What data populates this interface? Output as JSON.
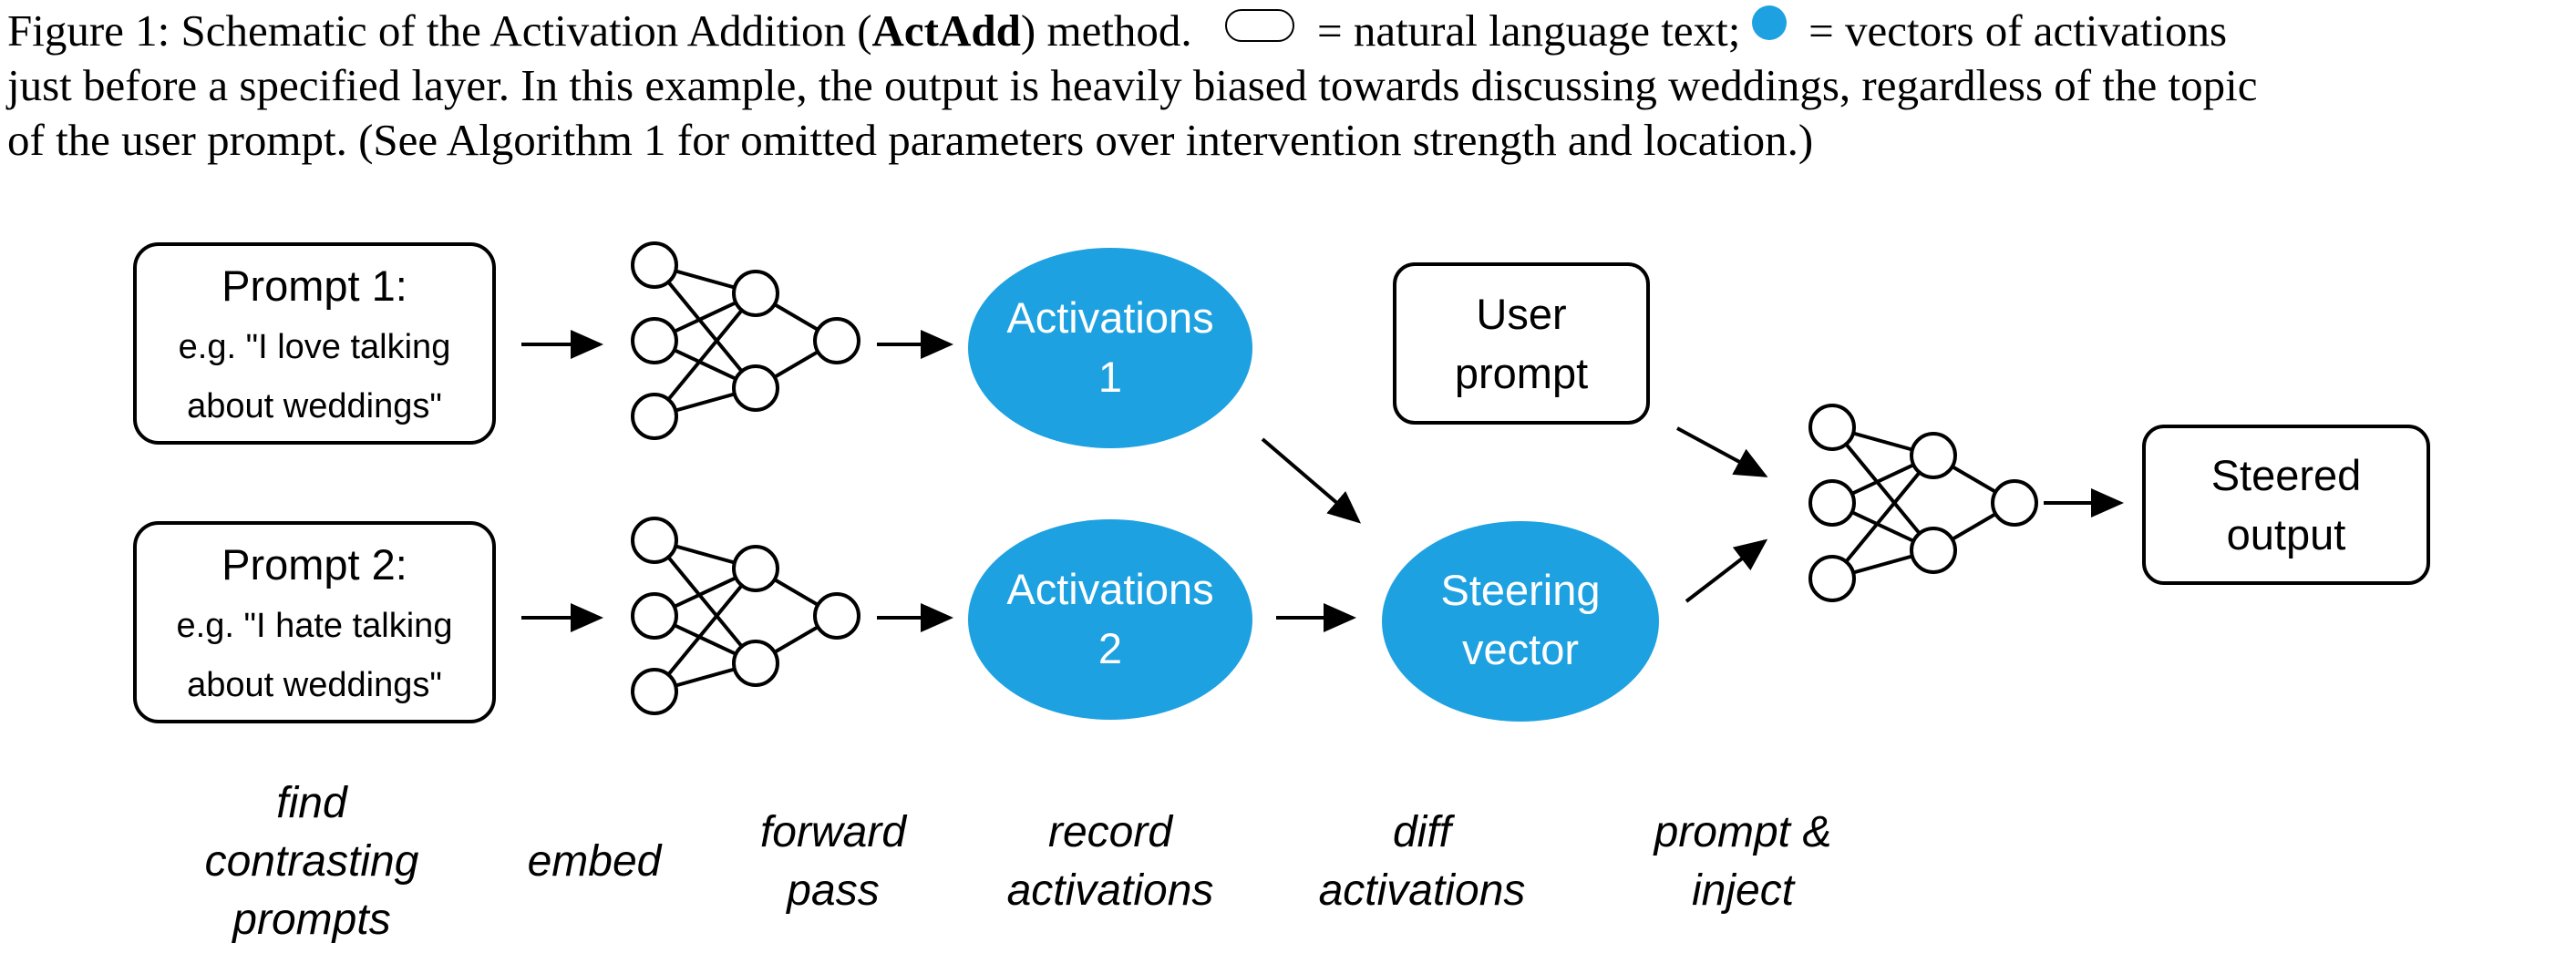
{
  "caption": {
    "prefix": "Figure 1: Schematic of the Activation Addition (",
    "method_name": "ActAdd",
    "after_method": ") method.",
    "legend_text_eq": "= natural language text;",
    "legend_vec_eq": "= vectors of activations",
    "line2": "just before a specified layer. In this example, the output is heavily biased towards discussing weddings, regardless of the topic",
    "line3": "of the user prompt. (See Algorithm 1 for omitted parameters over intervention strength and location.)"
  },
  "colors": {
    "activation_fill": "#1ea1e1",
    "text_box_border": "#000000"
  },
  "nodes": {
    "prompt1": {
      "title": "Prompt 1:",
      "line1": "e.g. \"I love talking",
      "line2": "about weddings\""
    },
    "prompt2": {
      "title": "Prompt 2:",
      "line1": "e.g. \"I hate talking",
      "line2": "about weddings\""
    },
    "activations1": {
      "line1": "Activations",
      "line2": "1"
    },
    "activations2": {
      "line1": "Activations",
      "line2": "2"
    },
    "user_prompt": {
      "line1": "User",
      "line2": "prompt"
    },
    "steering_vector": {
      "line1": "Steering",
      "line2": "vector"
    },
    "steered_output": {
      "line1": "Steered",
      "line2": "output"
    }
  },
  "steps": [
    {
      "lines": [
        "find",
        "contrasting",
        "prompts"
      ]
    },
    {
      "lines": [
        "embed"
      ]
    },
    {
      "lines": [
        "forward",
        "pass"
      ]
    },
    {
      "lines": [
        "record",
        "activations"
      ]
    },
    {
      "lines": [
        "diff",
        "activations"
      ]
    },
    {
      "lines": [
        "prompt &",
        "inject"
      ]
    }
  ]
}
